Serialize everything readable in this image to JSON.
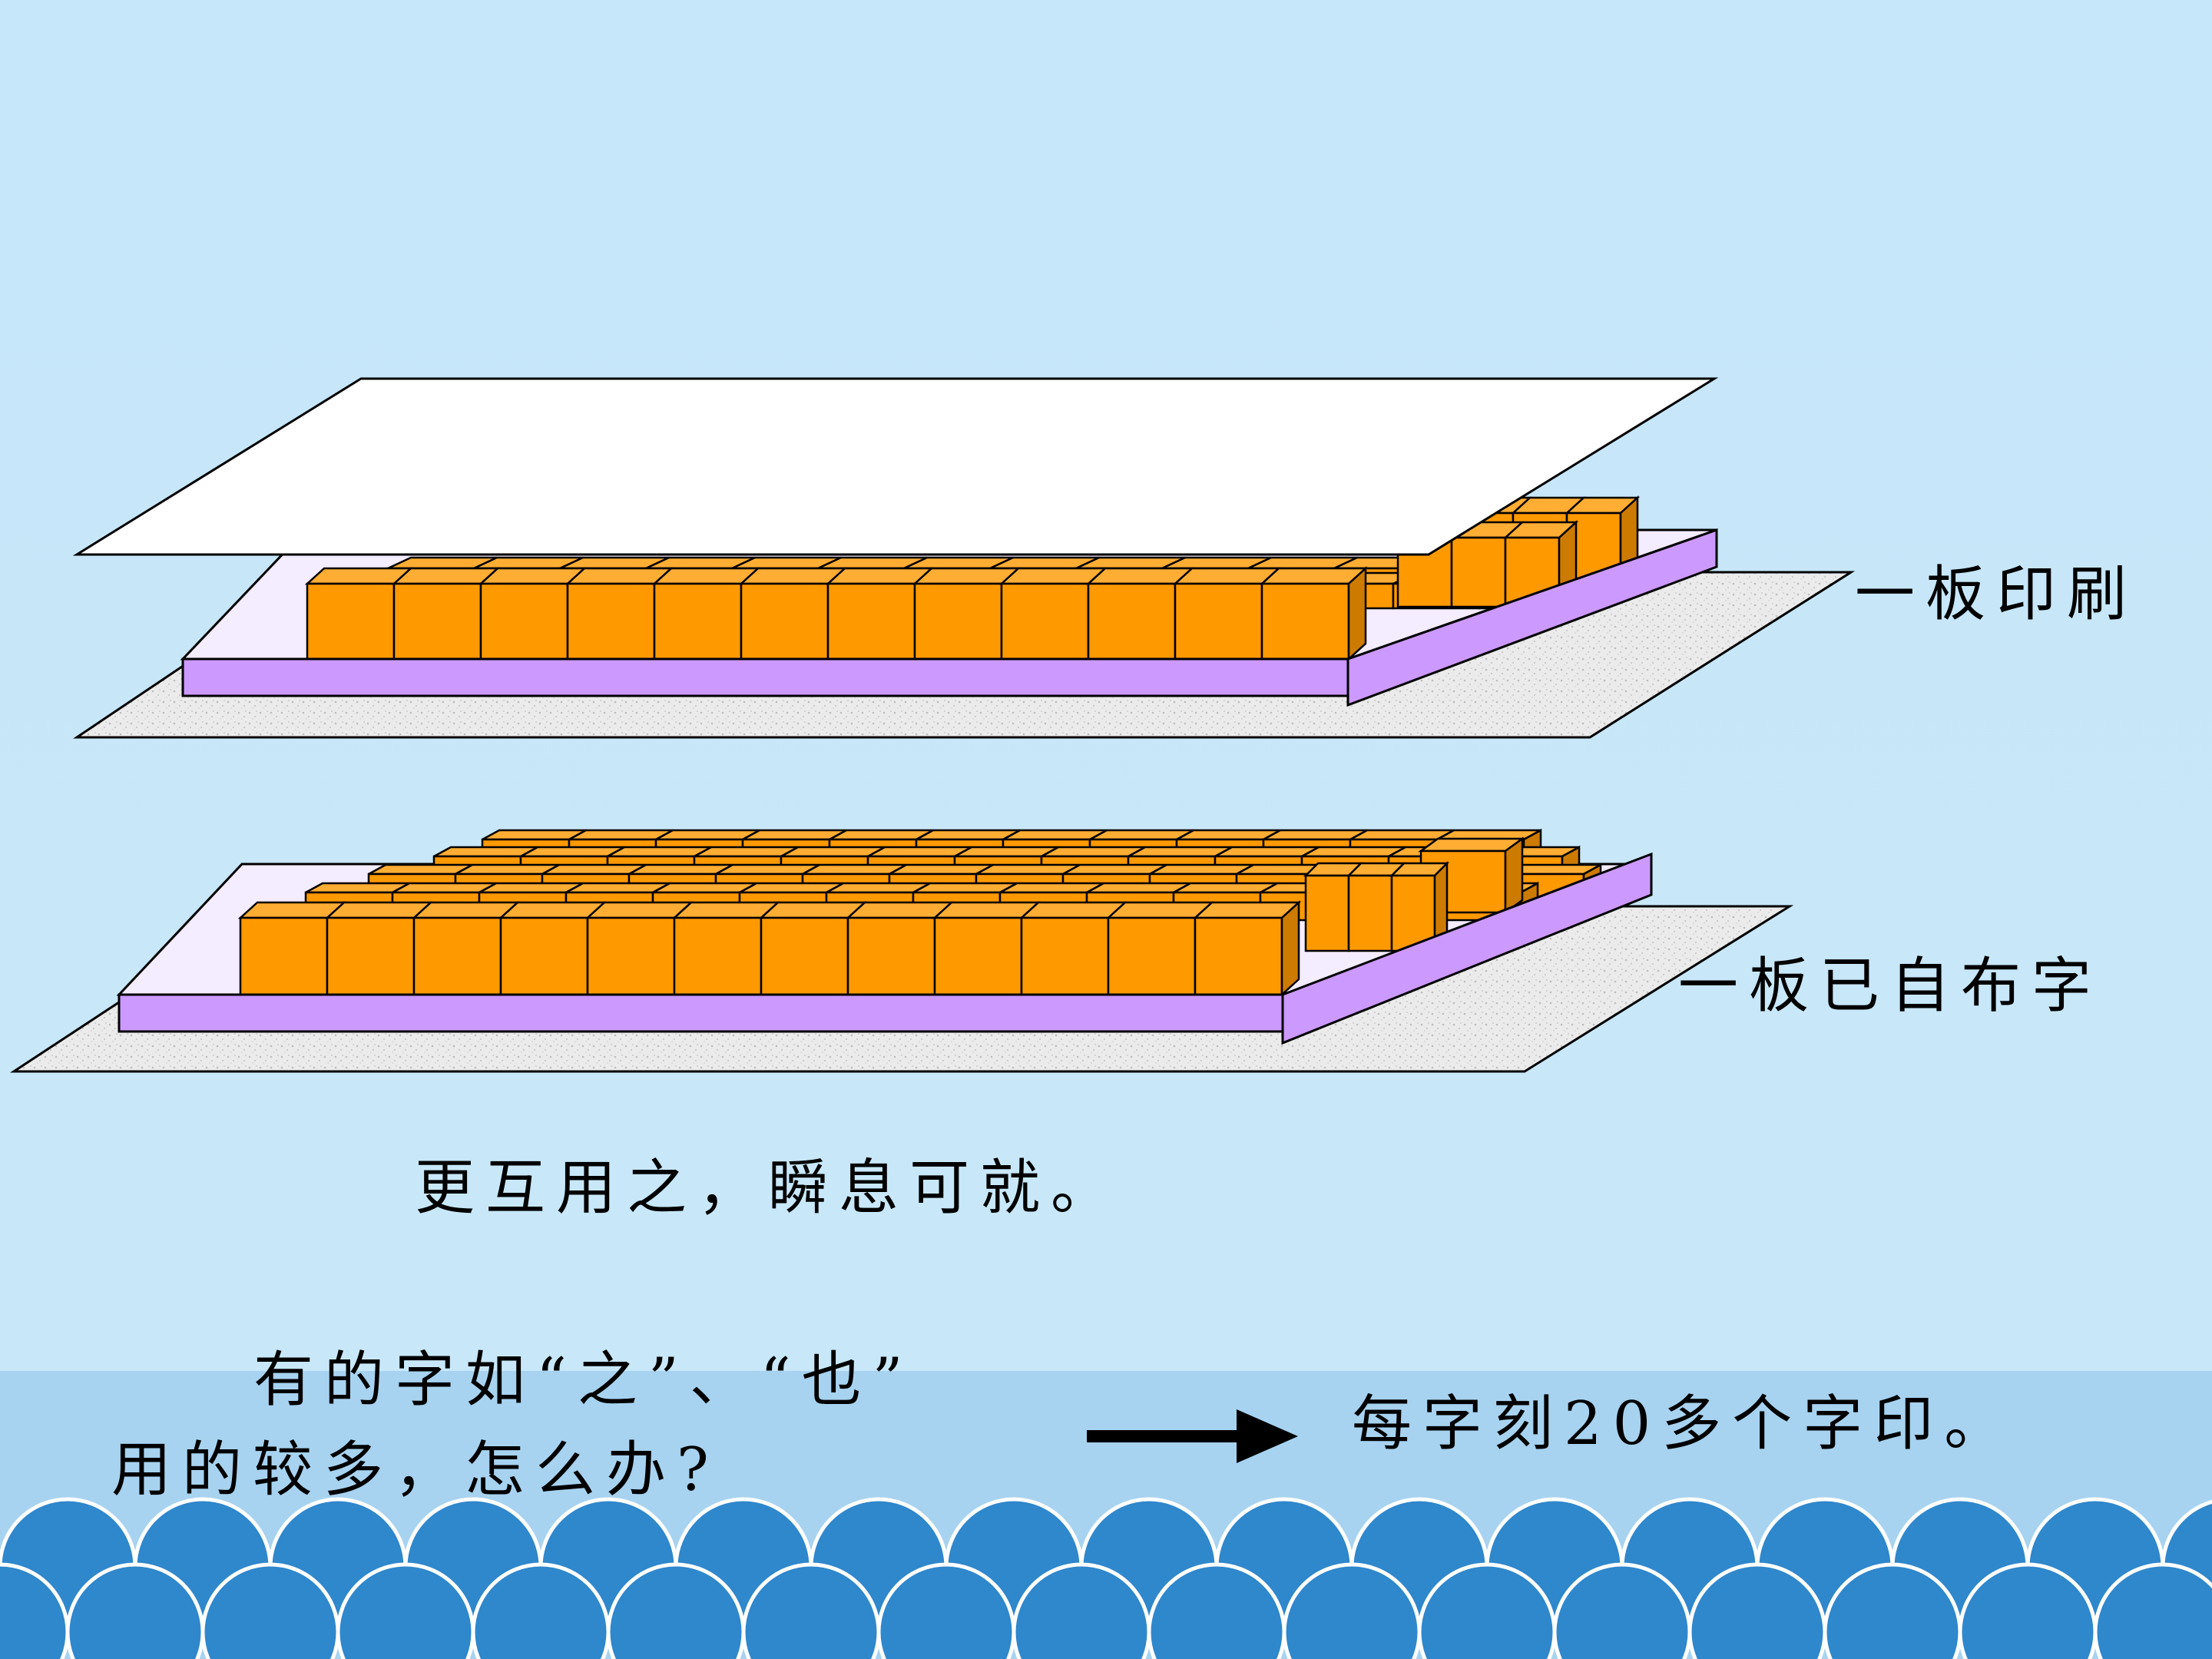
{
  "slide": {
    "label_top": "一板印刷",
    "label_bottom": "一板已自布字",
    "caption": "更互用之，瞬息可就。",
    "question_line1": "有的字如“之”、“也”",
    "question_line2": "用的较多，怎么办?",
    "answer": "每字刻20多个字印。"
  },
  "colors": {
    "background": "#c6e6f9",
    "sea": "#a7d3f0",
    "wave": "#2f87cc",
    "type_block_front": "#ff9900",
    "type_block_side": "#cc7a00",
    "type_block_top": "#ffad33",
    "plate": "#cc99ff",
    "paper": "#ffffff",
    "table": "#e8e8e8"
  }
}
